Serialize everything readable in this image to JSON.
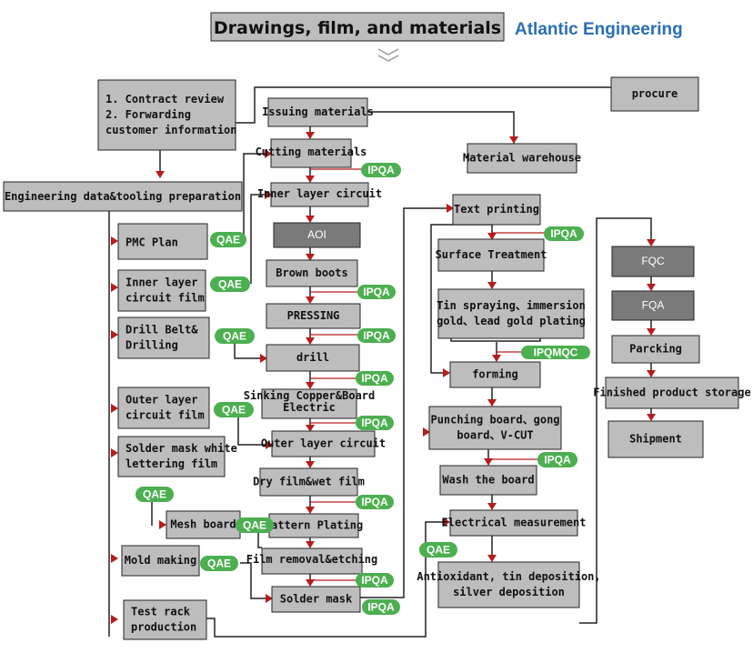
{
  "header": {
    "title": "Drawings, film, and materials",
    "brand": "Atlantic Engineering"
  },
  "tags": {
    "qae": "QAE",
    "ipqa": "IPQA",
    "ipqmqc": "IPQMQC"
  },
  "nodes": [
    {
      "id": "contract-review",
      "lines": [
        "1. Contract review",
        "2. Forwarding",
        "customer information"
      ]
    },
    {
      "id": "engineering-prep",
      "lines": [
        "Engineering data&tooling preparation"
      ]
    },
    {
      "id": "pmc-plan",
      "lines": [
        "PMC Plan"
      ]
    },
    {
      "id": "inner-layer-film",
      "lines": [
        "Inner layer",
        "circuit film"
      ]
    },
    {
      "id": "drill-belt",
      "lines": [
        "Drill Belt&",
        "Drilling"
      ]
    },
    {
      "id": "outer-layer-film",
      "lines": [
        "Outer layer",
        "circuit film"
      ]
    },
    {
      "id": "solder-mask-film",
      "lines": [
        "Solder mask white",
        "lettering film"
      ]
    },
    {
      "id": "mesh-board",
      "lines": [
        "Mesh board"
      ]
    },
    {
      "id": "mold-making",
      "lines": [
        "Mold making"
      ]
    },
    {
      "id": "test-rack",
      "lines": [
        "Test rack",
        "production"
      ]
    },
    {
      "id": "issuing-materials",
      "lines": [
        "Issuing materials"
      ]
    },
    {
      "id": "cutting-materials",
      "lines": [
        "Cutting materials"
      ]
    },
    {
      "id": "inner-layer-circuit",
      "lines": [
        "Inner layer circuit"
      ]
    },
    {
      "id": "aoi",
      "lines": [
        "AOI"
      ]
    },
    {
      "id": "brown-boots",
      "lines": [
        "Brown boots"
      ]
    },
    {
      "id": "pressing",
      "lines": [
        "PRESSING"
      ]
    },
    {
      "id": "drill",
      "lines": [
        "drill"
      ]
    },
    {
      "id": "sinking-copper",
      "lines": [
        "Sinking Copper&Board",
        "Electric"
      ]
    },
    {
      "id": "outer-layer-circuit",
      "lines": [
        "Outer layer circuit"
      ]
    },
    {
      "id": "dry-film",
      "lines": [
        "Dry film&wet film"
      ]
    },
    {
      "id": "pattern-plating",
      "lines": [
        "Pattern Plating"
      ]
    },
    {
      "id": "film-removal",
      "lines": [
        "Film removal&etching"
      ]
    },
    {
      "id": "solder-mask",
      "lines": [
        "Solder mask"
      ]
    },
    {
      "id": "procure",
      "lines": [
        "procure"
      ]
    },
    {
      "id": "material-warehouse",
      "lines": [
        "Material warehouse"
      ]
    },
    {
      "id": "text-printing",
      "lines": [
        "Text printing"
      ]
    },
    {
      "id": "surface-treatment",
      "lines": [
        "Surface Treatment"
      ]
    },
    {
      "id": "tin-spraying",
      "lines": [
        "Tin spraying、immersion",
        "gold、lead gold plating"
      ]
    },
    {
      "id": "forming",
      "lines": [
        "forming"
      ]
    },
    {
      "id": "punching-board",
      "lines": [
        "Punching board、gong",
        "board、V-CUT"
      ]
    },
    {
      "id": "wash-board",
      "lines": [
        "Wash the board"
      ]
    },
    {
      "id": "electrical-measurement",
      "lines": [
        "Electrical measurement"
      ]
    },
    {
      "id": "antioxidant",
      "lines": [
        "Antioxidant, tin deposition,",
        "silver deposition"
      ]
    },
    {
      "id": "fqc",
      "lines": [
        "FQC"
      ]
    },
    {
      "id": "fqa",
      "lines": [
        "FQA"
      ]
    },
    {
      "id": "parcking",
      "lines": [
        "Parcking"
      ]
    },
    {
      "id": "finished-storage",
      "lines": [
        "Finished product storage"
      ]
    },
    {
      "id": "shipment",
      "lines": [
        "Shipment"
      ]
    }
  ]
}
